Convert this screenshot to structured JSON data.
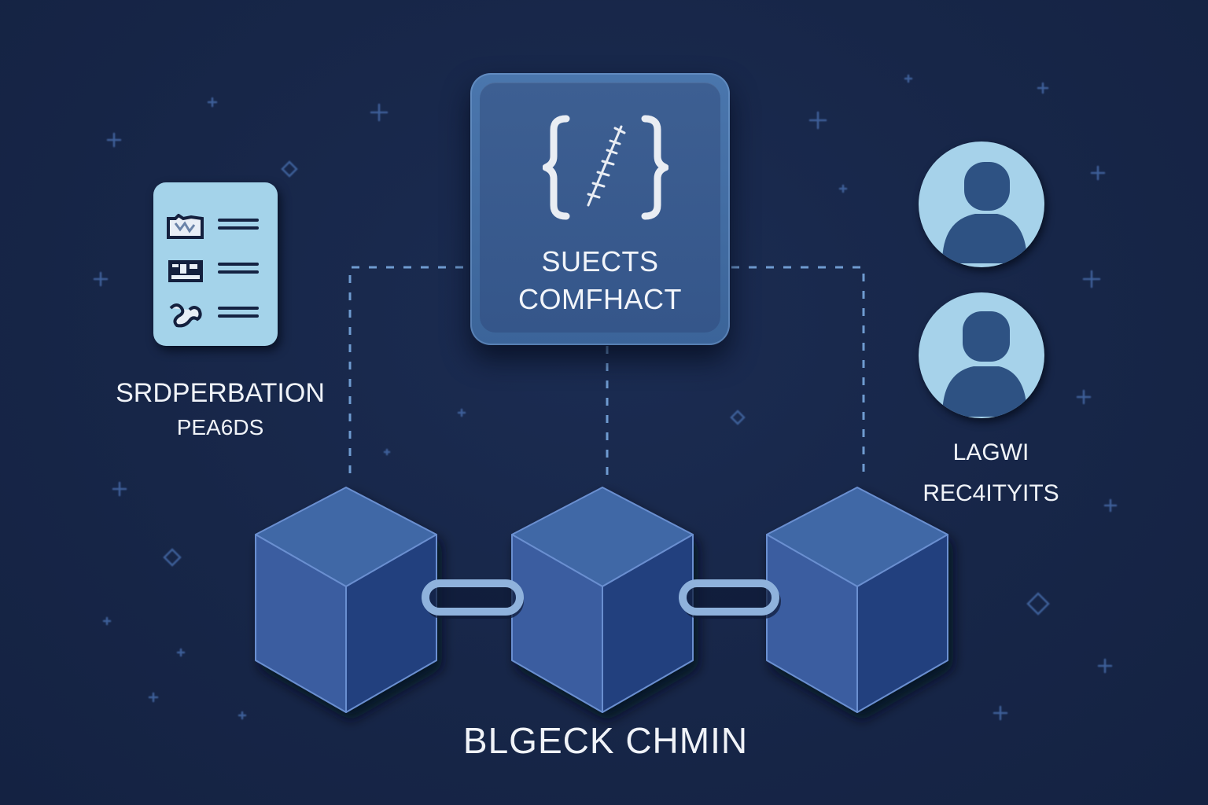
{
  "diagram": {
    "title": "BLGECK CHMIN",
    "contract_card": {
      "icon": "code-braces-icon",
      "line1": "SUECTS",
      "line2": "COMFHACT"
    },
    "document_card": {
      "icon": "document-list-icon",
      "rows": [
        {
          "icon": "image-glyph-icon"
        },
        {
          "icon": "card-glyph-icon"
        },
        {
          "icon": "map-glyph-icon"
        }
      ],
      "label_line1": "SRDPERBATION",
      "label_line2": "PEA6DS"
    },
    "users": {
      "avatars": [
        {
          "icon": "user-avatar-icon"
        },
        {
          "icon": "user-avatar-icon"
        }
      ],
      "label_line1": "LAGWI",
      "label_line2": "REC4ITYITS"
    },
    "blocks": [
      {
        "icon": "block-cube-icon"
      },
      {
        "icon": "block-cube-icon"
      },
      {
        "icon": "block-cube-icon"
      }
    ],
    "links": [
      {
        "icon": "chain-link-icon"
      },
      {
        "icon": "chain-link-icon"
      }
    ],
    "colors": {
      "background": "#172648",
      "card_blue": "#3d5f92",
      "light_blue": "#a4d3ea",
      "cube_blue": "#3f62a6",
      "connector": "#6f9bd0",
      "text": "#f0f3f8"
    }
  }
}
